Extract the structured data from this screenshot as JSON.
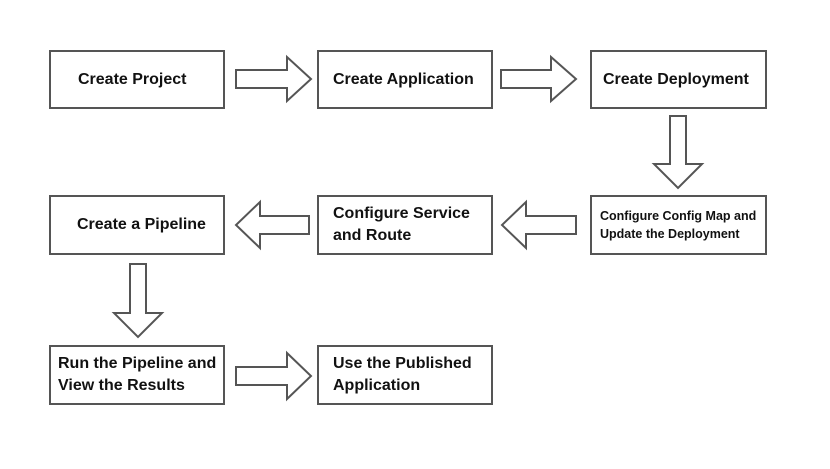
{
  "diagram": {
    "steps": [
      {
        "id": "create-project",
        "label": "Create Project"
      },
      {
        "id": "create-application",
        "label": "Create Application"
      },
      {
        "id": "create-deployment",
        "label": "Create Deployment"
      },
      {
        "id": "configure-config-map",
        "label": "Configure Config Map and Update the Deployment"
      },
      {
        "id": "configure-service-route",
        "label": "Configure Service and Route"
      },
      {
        "id": "create-pipeline",
        "label": "Create a Pipeline"
      },
      {
        "id": "run-pipeline",
        "label": "Run the Pipeline and View the Results"
      },
      {
        "id": "use-published-app",
        "label": "Use the Published Application"
      }
    ],
    "colors": {
      "border": "#555555",
      "text": "#111111",
      "arrow_fill": "#ffffff"
    }
  }
}
